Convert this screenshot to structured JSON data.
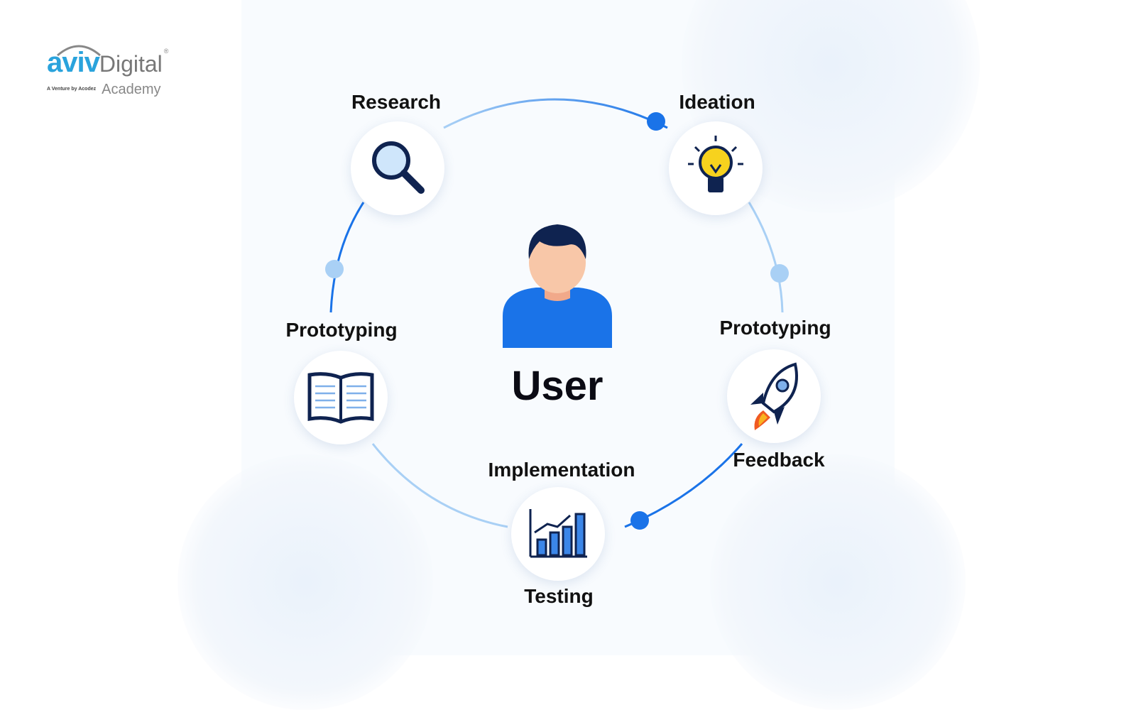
{
  "logo": {
    "brand": "aviv",
    "name": "Digital",
    "subtitle": "Academy",
    "tagline": "A Venture by Acodez",
    "registered": "®"
  },
  "center": {
    "label": "User"
  },
  "stages": [
    {
      "label": "Research",
      "icon": "magnifier-icon"
    },
    {
      "label": "Ideation",
      "icon": "lightbulb-icon"
    },
    {
      "label": "Prototyping",
      "icon": "rocket-icon"
    },
    {
      "label": "Feedback",
      "icon": "rocket-icon"
    },
    {
      "label": "Implementation",
      "icon": "bar-chart-icon"
    },
    {
      "label": "Testing",
      "icon": "bar-chart-icon"
    },
    {
      "label": "Prototyping",
      "icon": "book-icon"
    }
  ],
  "colors": {
    "accent": "#1a73e8",
    "light_accent": "#a9d0f5",
    "dark": "#0f2350"
  }
}
